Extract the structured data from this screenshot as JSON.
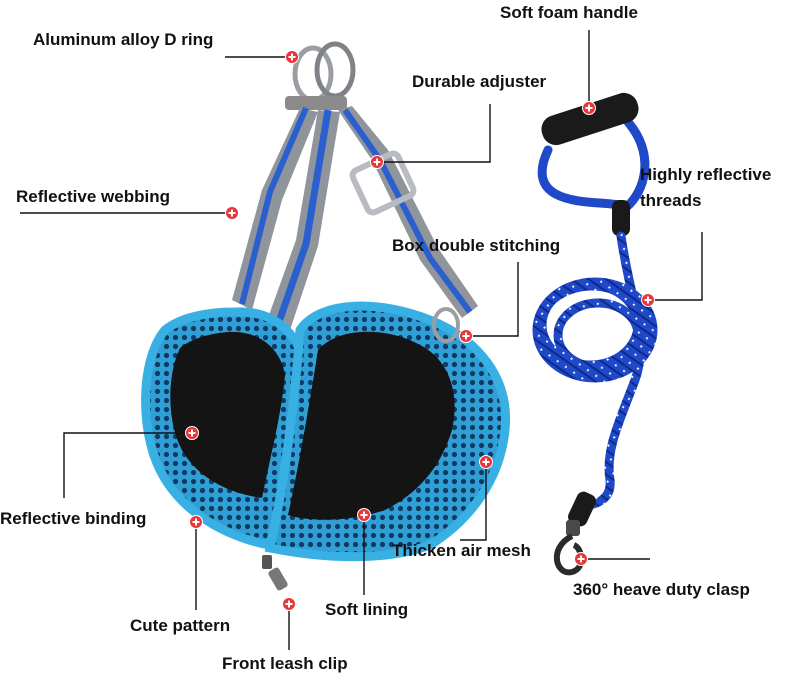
{
  "colors": {
    "mesh_blue": "#2f9fd6",
    "binding_blue": "#39b0e4",
    "strap_grey": "#8f959b",
    "strap_blue": "#2a5fd0",
    "lining_black": "#141414",
    "rope_blue": "#1f49c9",
    "handle_black": "#1a1a1a",
    "marker_red": "#e8373a",
    "leader_line": "#111111"
  },
  "callouts": {
    "d_ring": "Aluminum alloy D ring",
    "foam_handle": "Soft foam handle",
    "adjuster": "Durable adjuster",
    "webbing": "Reflective webbing",
    "reflective_threads": "Highly reflective threads",
    "stitching": "Box double stitching",
    "binding": "Reflective binding",
    "air_mesh": "Thicken air mesh",
    "clasp": "360° heave duty clasp",
    "cute_pattern": "Cute pattern",
    "soft_lining": "Soft lining",
    "front_clip": "Front leash clip"
  },
  "icons": {
    "callout_marker": "plus-marker-icon"
  }
}
